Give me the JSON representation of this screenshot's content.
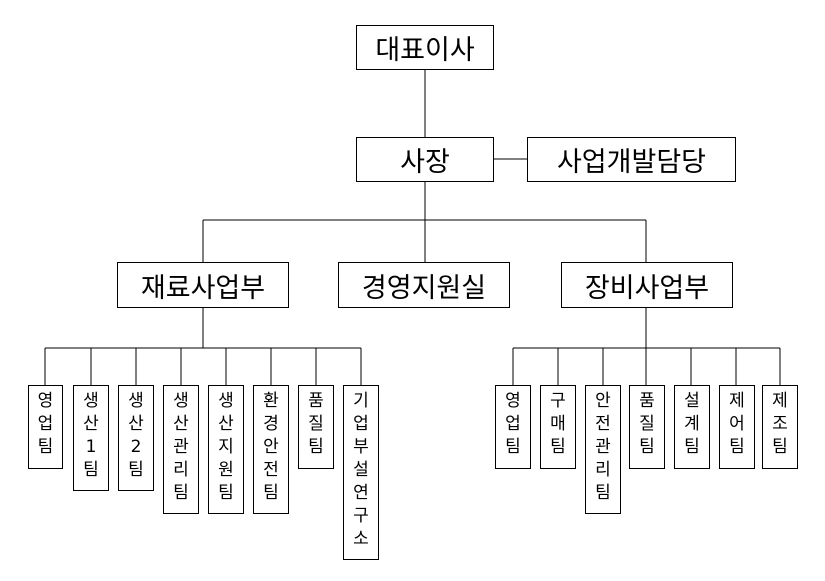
{
  "ceo": "대표이사",
  "president": "사장",
  "business_dev": "사업개발담당",
  "divisions": {
    "materials": "재료사업부",
    "management": "경영지원실",
    "equipment": "장비사업부"
  },
  "materials_teams": [
    "영업팀",
    "생산1팀",
    "생산2팀",
    "생산관리팀",
    "생산지원팀",
    "환경안전팀",
    "품질팀",
    "기업부설연구소"
  ],
  "equipment_teams": [
    "영업팀",
    "구매팀",
    "안전관리팀",
    "품질팀",
    "설계팀",
    "제어팀",
    "제조팀"
  ]
}
